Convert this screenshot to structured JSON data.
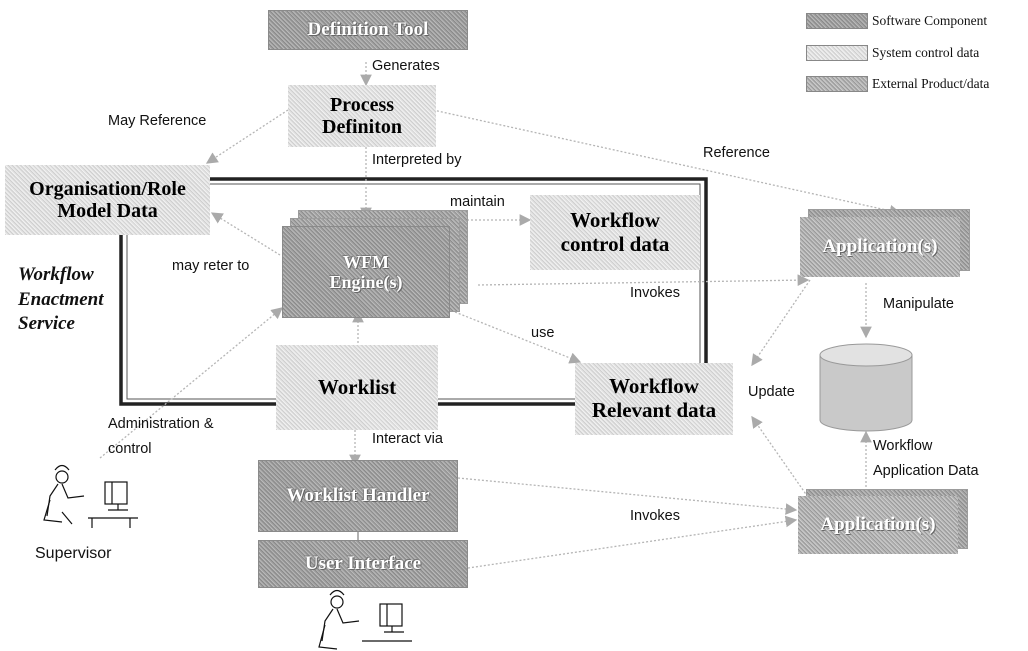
{
  "legend": {
    "software": "Software Component",
    "system": "System control data",
    "external": "External Product/data"
  },
  "boxes": {
    "definition_tool": "Definition Tool",
    "process_definition": "Process Definiton",
    "org_role": "Organisation/Role Model Data",
    "wfm_engine": "WFM Engine(s)",
    "workflow_control": "Workflow control data",
    "application_top": "Application(s)",
    "worklist": "Worklist",
    "workflow_relevant": "Workflow Relevant data",
    "worklist_handler": "Worklist Handler",
    "user_interface": "User Interface",
    "application_bottom": "Application(s)"
  },
  "labels": {
    "generates": "Generates",
    "may_reference": "May Reference",
    "interpreted_by": "Interpreted by",
    "reference": "Reference",
    "maintain": "maintain",
    "may_refer_to": "may reter to",
    "invokes_top": "Invokes",
    "manipulate": "Manipulate",
    "use": "use",
    "update": "Update",
    "admin_line1": "Administration &",
    "admin_line2": "control",
    "interact_via": "Interact via",
    "wf_app_data_line1": "Workflow",
    "wf_app_data_line2": "Application Data",
    "invokes_bottom": "Invokes",
    "supervisor": "Supervisor",
    "enactment_line1": "Workflow",
    "enactment_line2": "Enactment",
    "enactment_line3": "Service"
  },
  "icons": [
    "user-at-computer-icon",
    "database-cylinder-icon"
  ],
  "colors": {
    "software_component": "#9f9f9f",
    "system_control_data": "#e6e6e6",
    "external_product": "#b4b4b4",
    "arrow": "#b5b5b5",
    "enactment_border": "#222222"
  }
}
